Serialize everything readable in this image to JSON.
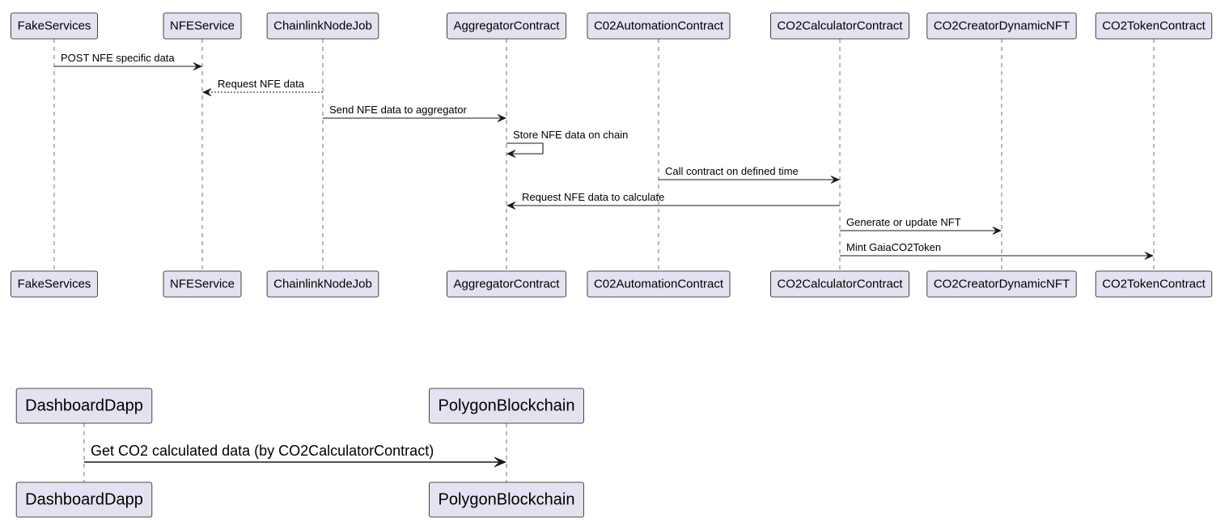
{
  "diagrams": [
    {
      "participants": [
        "FakeServices",
        "NFEService",
        "ChainlinkNodeJob",
        "AggregatorContract",
        "C02AutomationContract",
        "CO2CalculatorContract",
        "CO2CreatorDynamicNFT",
        "CO2TokenContract"
      ],
      "messages": [
        {
          "from": "FakeServices",
          "to": "NFEService",
          "label": "POST NFE specific data",
          "style": "solid"
        },
        {
          "from": "ChainlinkNodeJob",
          "to": "NFEService",
          "label": "Request NFE data",
          "style": "dotted"
        },
        {
          "from": "ChainlinkNodeJob",
          "to": "AggregatorContract",
          "label": "Send NFE data to aggregator",
          "style": "solid"
        },
        {
          "from": "AggregatorContract",
          "to": "AggregatorContract",
          "label": "Store NFE data on chain",
          "style": "solid"
        },
        {
          "from": "C02AutomationContract",
          "to": "CO2CalculatorContract",
          "label": "Call contract on defined time",
          "style": "solid"
        },
        {
          "from": "CO2CalculatorContract",
          "to": "AggregatorContract",
          "label": "Request NFE data to calculate",
          "style": "solid"
        },
        {
          "from": "CO2CalculatorContract",
          "to": "CO2CreatorDynamicNFT",
          "label": "Generate or update NFT",
          "style": "solid"
        },
        {
          "from": "CO2CalculatorContract",
          "to": "CO2TokenContract",
          "label": "Mint GaiaCO2Token",
          "style": "solid"
        }
      ]
    },
    {
      "participants": [
        "DashboardDapp",
        "PolygonBlockchain"
      ],
      "messages": [
        {
          "from": "DashboardDapp",
          "to": "PolygonBlockchain",
          "label": "Get CO2 calculated data (by CO2CalculatorContract)",
          "style": "solid"
        }
      ]
    }
  ]
}
